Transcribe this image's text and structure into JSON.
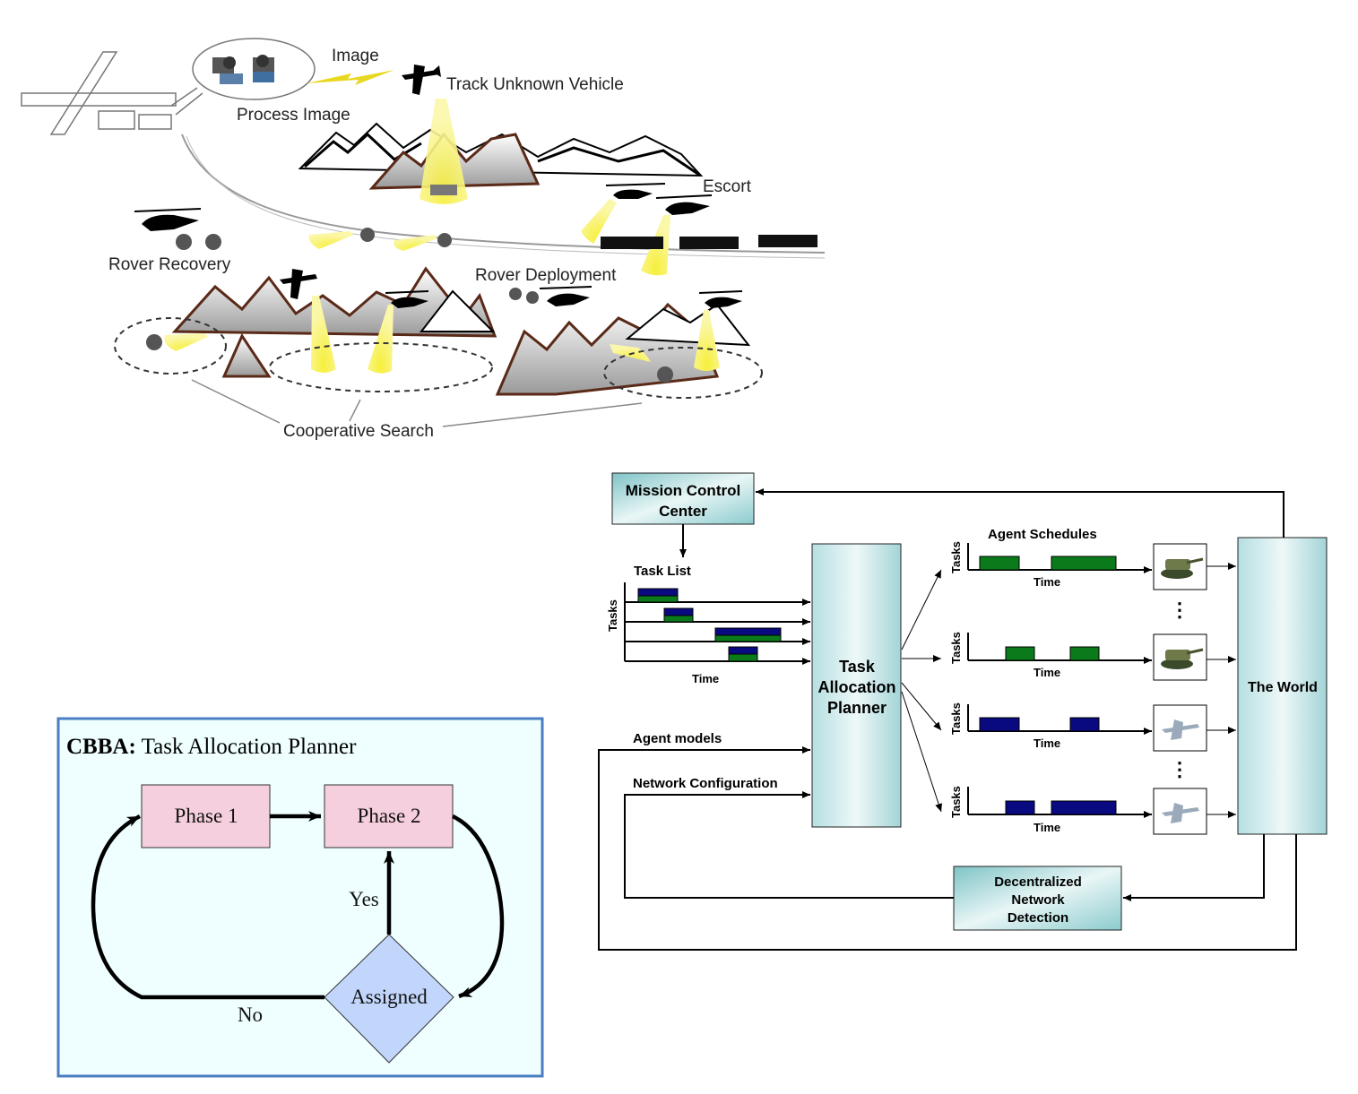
{
  "scene": {
    "image": "Image",
    "track_unknown_vehicle": "Track Unknown Vehicle",
    "process_image": "Process Image",
    "escort": "Escort",
    "rover_recovery": "Rover Recovery",
    "rover_deployment": "Rover Deployment",
    "cooperative_search": "Cooperative Search"
  },
  "architecture": {
    "mission_control_line1": "Mission Control",
    "mission_control_line2": "Center",
    "task_list": "Task List",
    "tasks": "Tasks",
    "time": "Time",
    "agent_schedules": "Agent Schedules",
    "planner_line1": "Task",
    "planner_line2": "Allocation",
    "planner_line3": "Planner",
    "the_world": "The World",
    "agent_models": "Agent models",
    "network_configuration": "Network Configuration",
    "detection_line1": "Decentralized",
    "detection_line2": "Network",
    "detection_line3": "Detection",
    "ellipsis": "⋮",
    "colors": {
      "box_fill": "#b8e0e2",
      "task_green": "#0a7a1a",
      "task_blue": "#0a0a80"
    }
  },
  "cbba": {
    "title_bold": "CBBA:",
    "title_rest": " Task Allocation Planner",
    "phase1": "Phase 1",
    "phase2": "Phase 2",
    "assigned": "Assigned",
    "yes": "Yes",
    "no": "No",
    "colors": {
      "panel_bg": "#effefe",
      "panel_border": "#4a7fc1",
      "phase_fill": "#f5cfdd",
      "assigned_fill": "#c2d6fb"
    }
  }
}
